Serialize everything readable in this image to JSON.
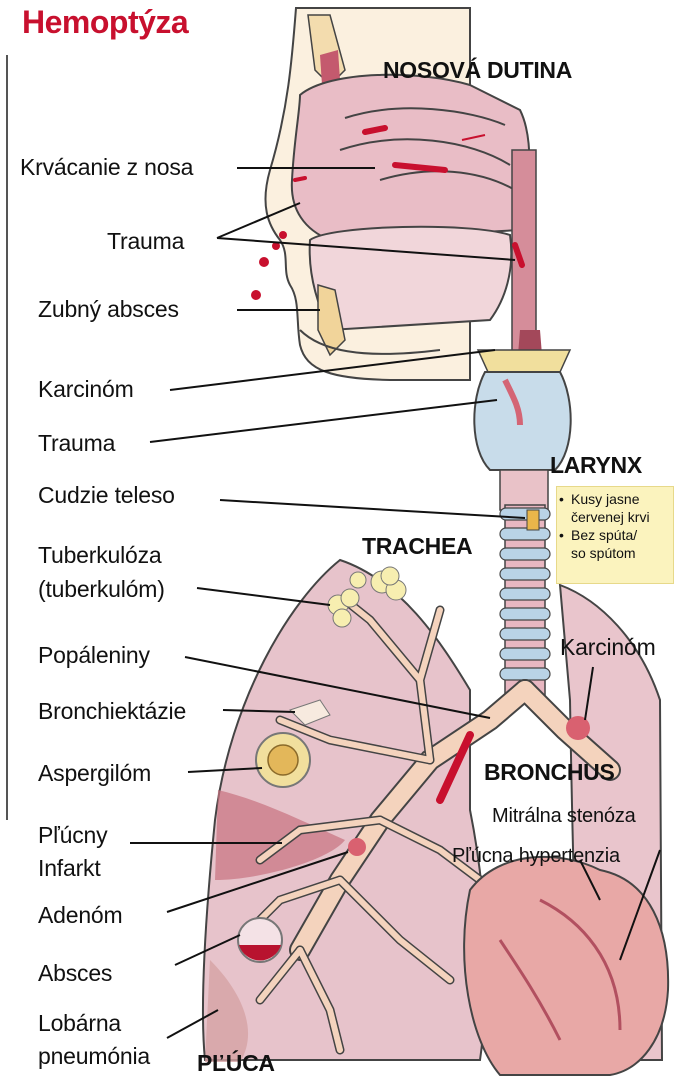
{
  "title": "Hemoptýza",
  "regions": {
    "nasal": "NOSOVÁ DUTINA",
    "larynx": "LARYNX",
    "trachea": "TRACHEA",
    "bronchus": "BRONCHUS",
    "lungs": "PĽÚCA"
  },
  "causes_left": [
    "Krvácanie z nosa",
    "Trauma",
    "Zubný absces",
    "Karcinóm",
    "Trauma",
    "Cudzie teleso",
    "Tuberkulóza",
    "(tuberkulóm)",
    "Popáleniny",
    "Bronchiektázie",
    "Aspergilóm",
    "Pľúcny",
    "Infarkt",
    "Adenóm",
    "Absces",
    "Lobárna",
    "pneumónia"
  ],
  "causes_right": [
    "Karcinóm",
    "Mitrálna stenóza",
    "Pľúcna hypertenzia"
  ],
  "larynx_note": [
    "Kusy jasne",
    "červenej krvi",
    "Bez spúta/",
    "so spútom"
  ],
  "bullet_char": "•",
  "colors": {
    "title": "#c8102e",
    "tissue": "#e8c3cb",
    "bronchial_tree": "#f4d3bd",
    "blood": "#c8102e",
    "cartilage": "#b9d3e6",
    "note_bg": "#fbf3be"
  }
}
